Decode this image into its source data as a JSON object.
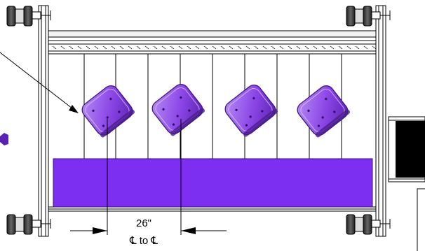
{
  "dimension": {
    "value": "26\"",
    "label": "℄ to ℄"
  },
  "colors": {
    "tray": "#8b45e6",
    "tray_dark": "#4a1c8c",
    "belt": "#7c2ff0",
    "line": "#000000",
    "frame_gray": "#bdbdbd"
  },
  "trays": [
    {
      "name": "tray-1"
    },
    {
      "name": "tray-2"
    },
    {
      "name": "tray-3"
    },
    {
      "name": "tray-4"
    }
  ]
}
